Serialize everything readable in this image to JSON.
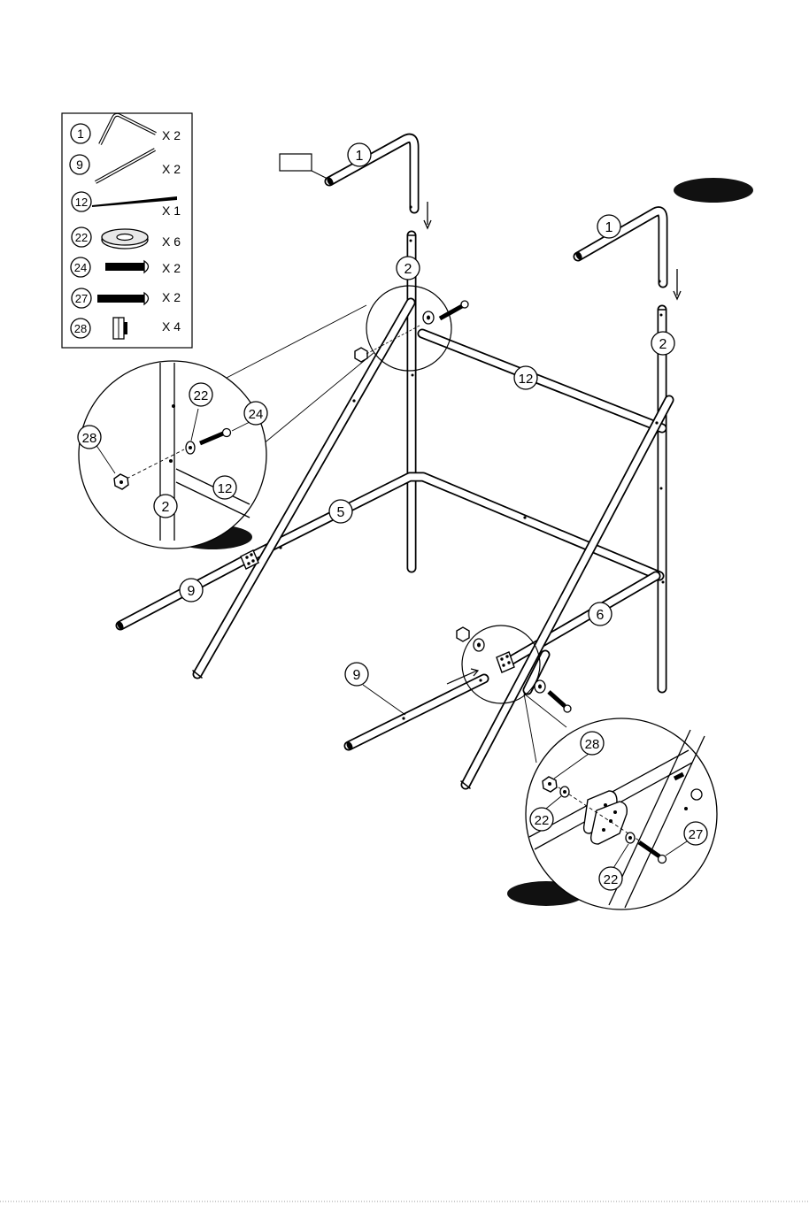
{
  "parts_list": [
    {
      "number": "1",
      "qty": "X 2",
      "icon": "bent-tube-icon"
    },
    {
      "number": "9",
      "qty": "X 2",
      "icon": "straight-tube-icon"
    },
    {
      "number": "12",
      "qty": "X 1",
      "icon": "tapered-tube-icon"
    },
    {
      "number": "22",
      "qty": "X 6",
      "icon": "washer-icon"
    },
    {
      "number": "24",
      "qty": "X 2",
      "icon": "short-bolt-icon"
    },
    {
      "number": "27",
      "qty": "X 2",
      "icon": "long-bolt-icon"
    },
    {
      "number": "28",
      "qty": "X 4",
      "icon": "nut-icon"
    }
  ],
  "callouts": {
    "top_left_leg": "1",
    "top_right_leg": "1",
    "left_upright": "2",
    "right_upright": "2",
    "top_rail": "12",
    "rear_rail": "5",
    "side_rail": "6",
    "left_brace": "9",
    "front_brace": "9",
    "detail_a_washer": "22",
    "detail_a_bolt": "24",
    "detail_a_nut": "28",
    "detail_a_rail": "12",
    "detail_a_upright": "2",
    "detail_b_nut": "28",
    "detail_b_washer_top": "22",
    "detail_b_bolt": "27",
    "detail_b_washer_bottom": "22"
  }
}
